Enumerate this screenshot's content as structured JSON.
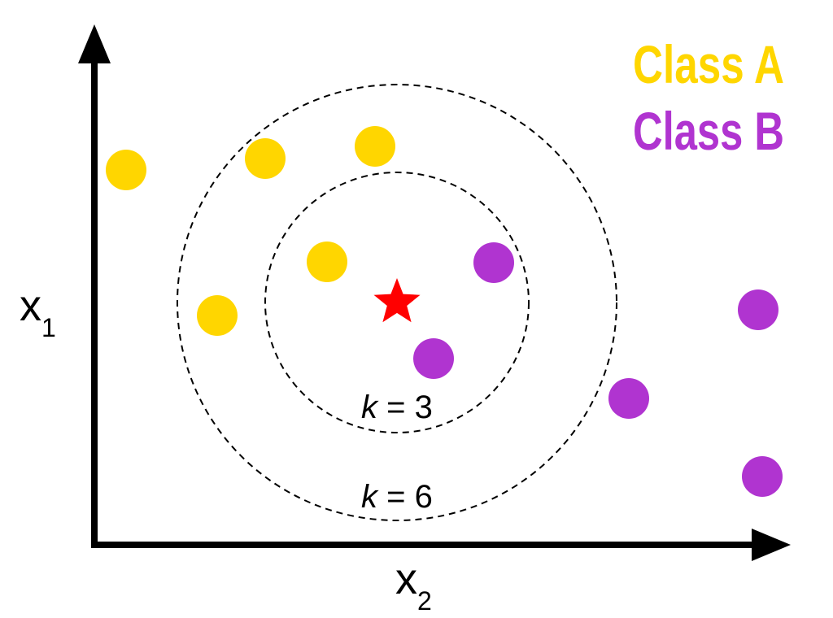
{
  "axes": {
    "y_label": {
      "main": "x",
      "sub": "1"
    },
    "x_label": {
      "main": "x",
      "sub": "2"
    }
  },
  "legend": {
    "class_a": {
      "label": "Class A",
      "color": "#FFD600"
    },
    "class_b": {
      "label": "Class B",
      "color": "#B034D0"
    }
  },
  "query": {
    "color": "#FF0000",
    "icon": "star-icon"
  },
  "circles": {
    "inner": {
      "k_symbol": "k",
      "k_rest": " = 3"
    },
    "outer": {
      "k_symbol": "k",
      "k_rest": " = 6"
    }
  },
  "points": [
    {
      "class": "A"
    },
    {
      "class": "A"
    },
    {
      "class": "A"
    },
    {
      "class": "A"
    },
    {
      "class": "A"
    },
    {
      "class": "B"
    },
    {
      "class": "B"
    },
    {
      "class": "B"
    },
    {
      "class": "B"
    },
    {
      "class": "B"
    }
  ]
}
